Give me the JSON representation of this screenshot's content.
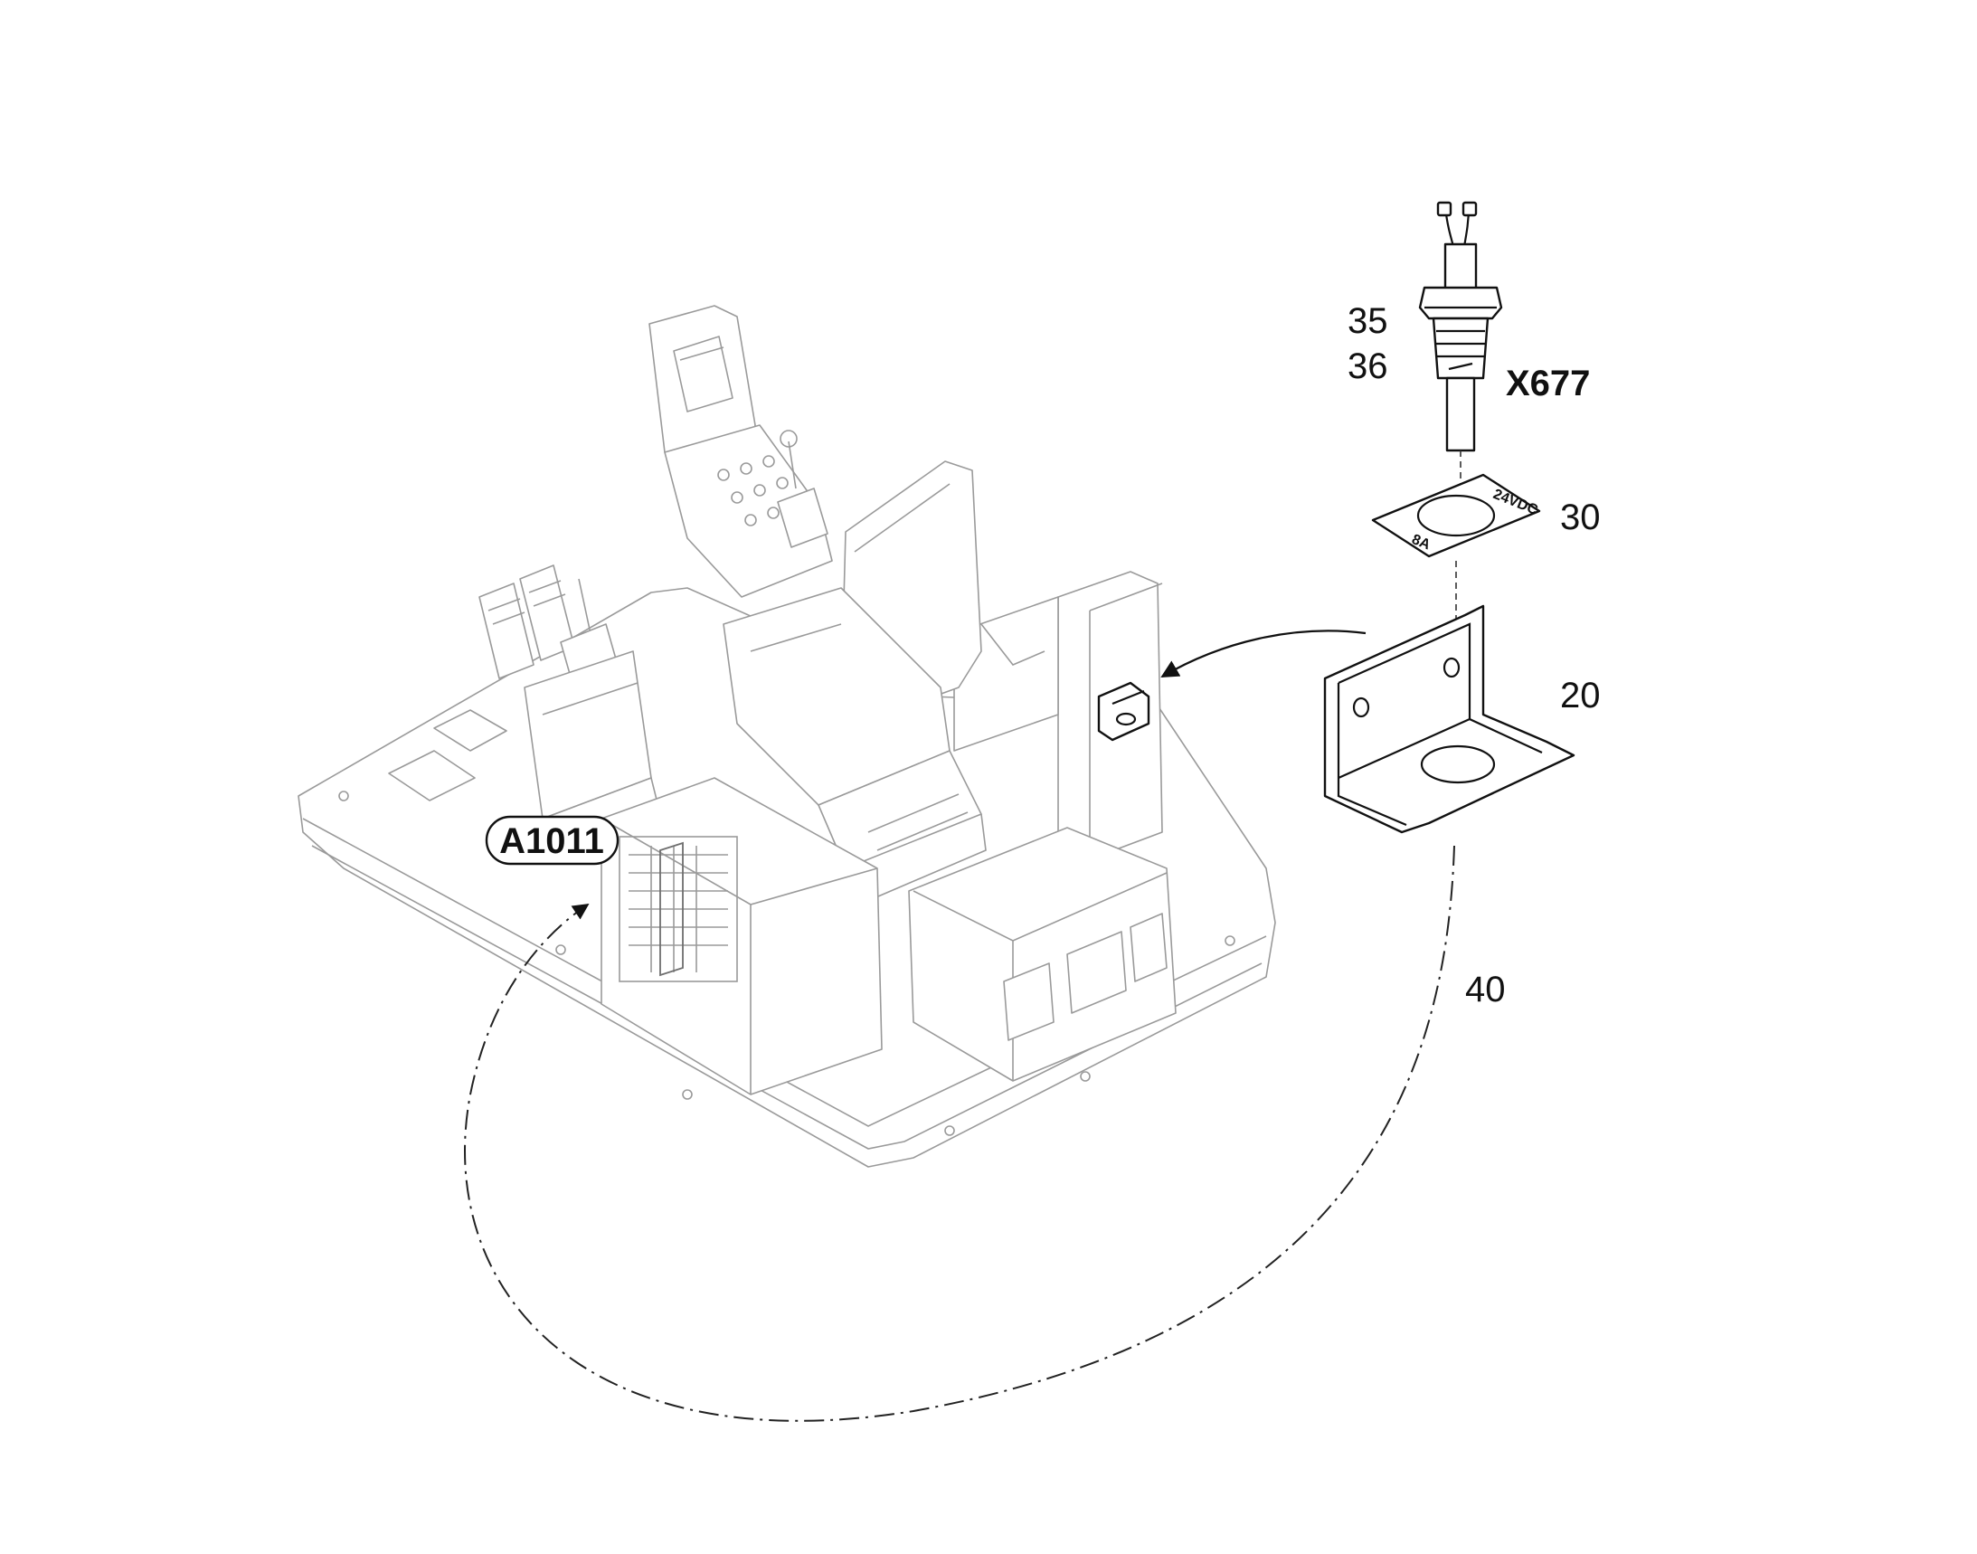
{
  "diagram": {
    "callouts": {
      "item_35": "35",
      "item_36": "36",
      "connector_code": "X677",
      "item_30": "30",
      "item_20": "20",
      "item_40": "40",
      "module_code": "A1011"
    },
    "decal_text": {
      "voltage": "24VDC",
      "current": "8A"
    },
    "colors": {
      "ink": "#111111",
      "ghost": "#9a9a9a",
      "background": "#ffffff"
    }
  }
}
